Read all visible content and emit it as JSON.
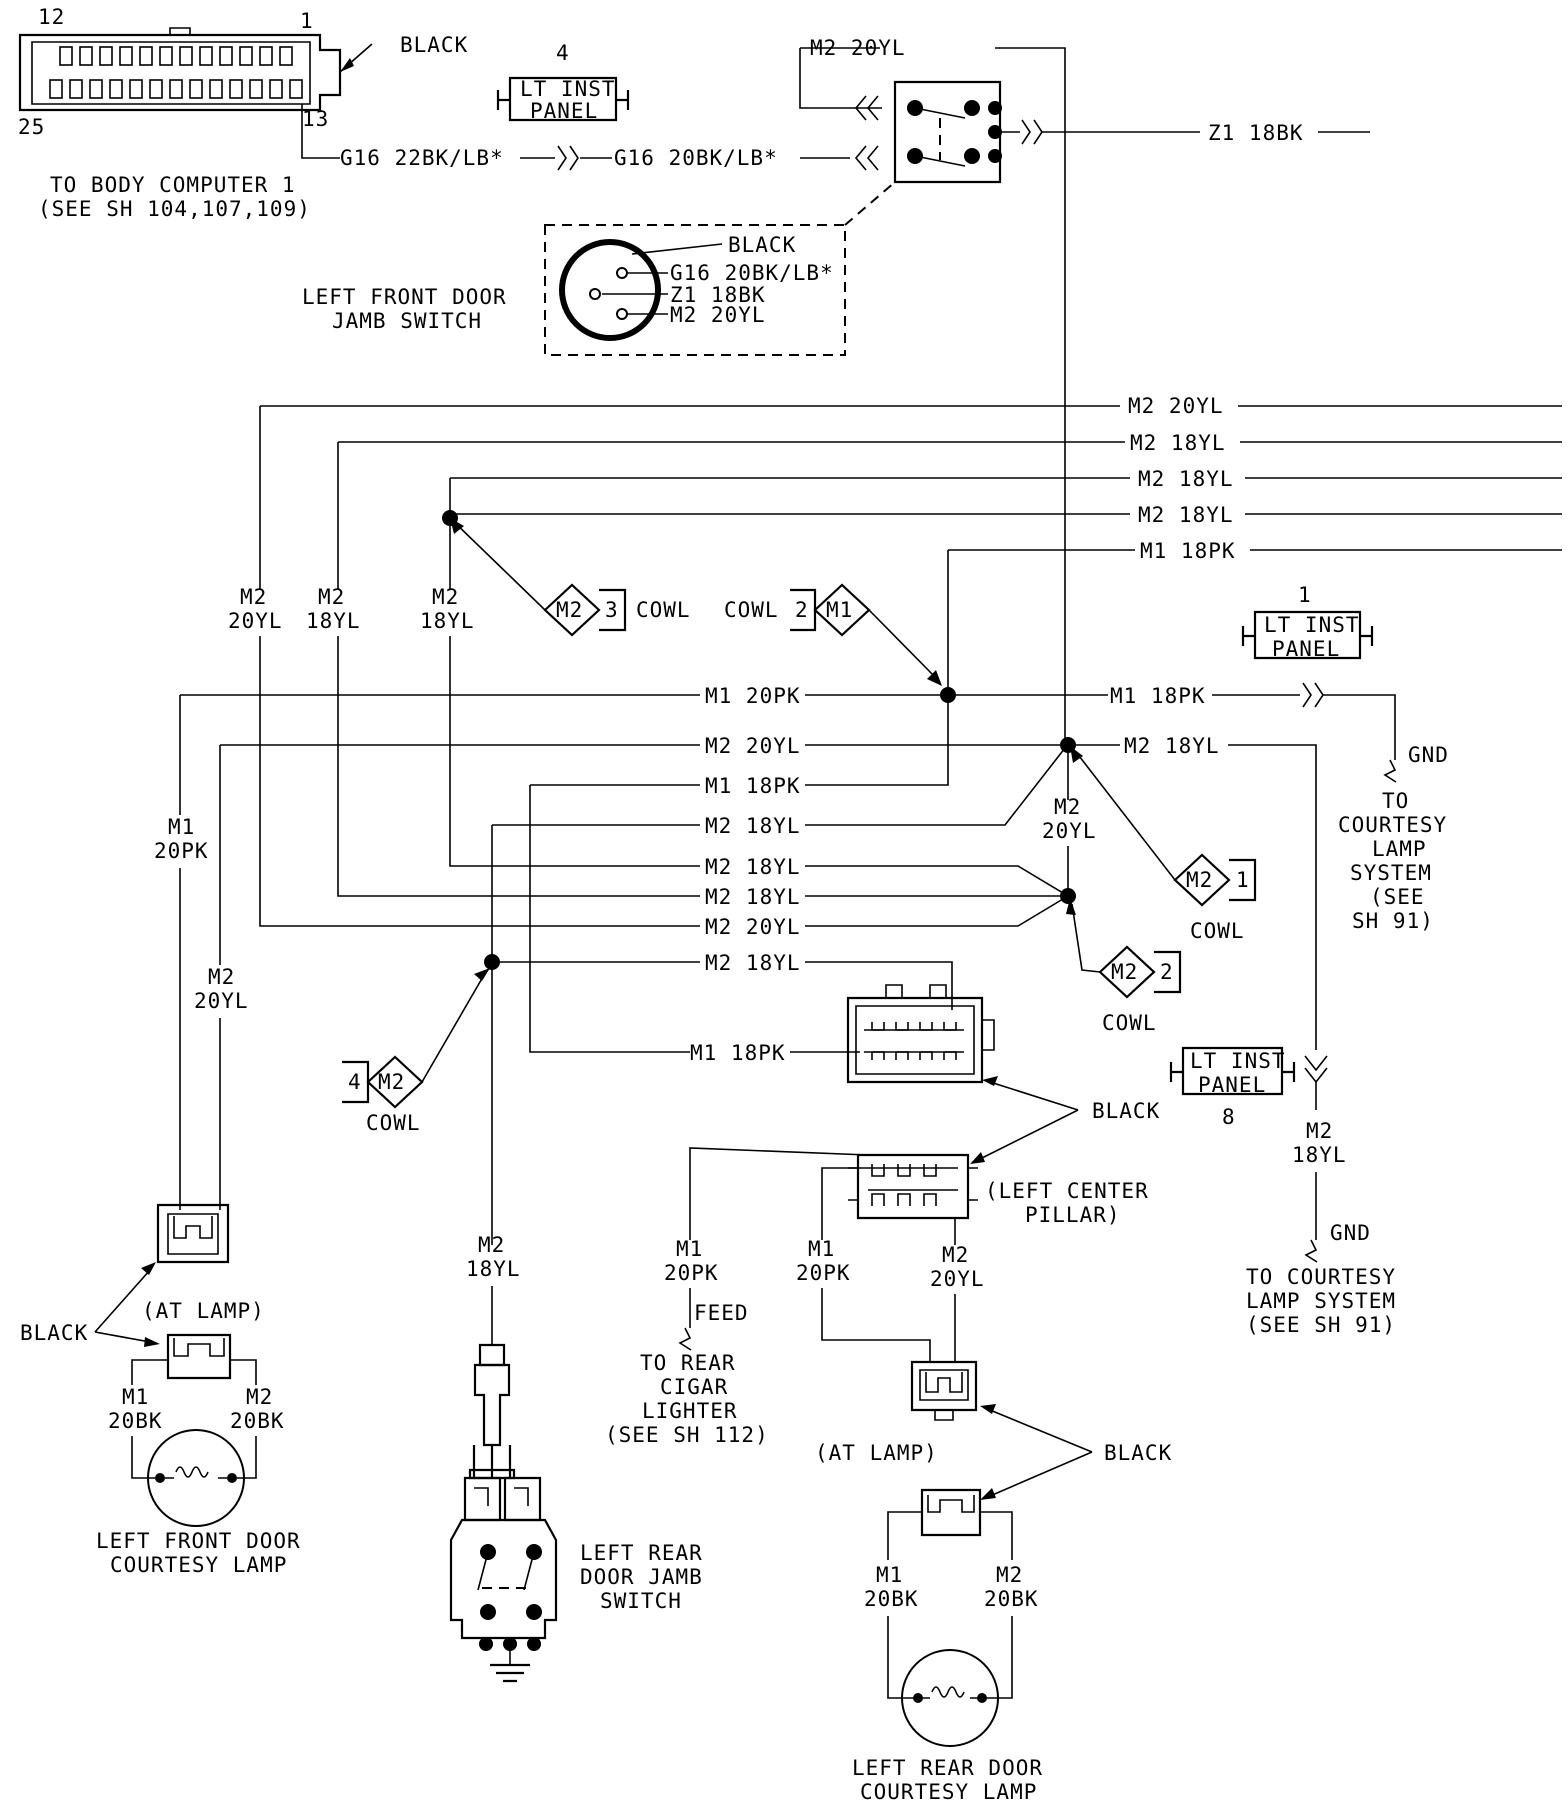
{
  "connector_top_left": {
    "pin_12": "12",
    "pin_1": "1",
    "pin_25": "25",
    "pin_13": "13",
    "color": "BLACK",
    "title_1": "TO BODY COMPUTER 1",
    "title_2": "(SEE SH 104,107,109)"
  },
  "lt_inst_panel_4": {
    "num": "4",
    "line1": "LT INST",
    "line2": "PANEL"
  },
  "lt_inst_panel_1": {
    "num": "1",
    "line1": "LT INST",
    "line2": "PANEL"
  },
  "lt_inst_panel_8": {
    "num": "8",
    "line1": "LT INST",
    "line2": "PANEL"
  },
  "wires_top": {
    "g16_22": "G16 22BK/LB*",
    "g16_20": "G16 20BK/LB*",
    "m2_20yl_top": "M2 20YL",
    "z1_18bk": "Z1 18BK"
  },
  "jamb_switch_front": {
    "black": "BLACK",
    "pin_g16": "G16 20BK/LB*",
    "pin_z1": "Z1 18BK",
    "pin_m2": "M2 20YL",
    "title_1": "LEFT FRONT DOOR",
    "title_2": "JAMB SWITCH"
  },
  "bus_labels": {
    "b1": "M2 20YL",
    "b2": "M2 18YL",
    "b3": "M2 18YL",
    "b4": "M2 18YL",
    "b5": "M1 18PK"
  },
  "vertical_labels": {
    "v1a": "M2",
    "v1b": "20YL",
    "v2a": "M2",
    "v2b": "18YL",
    "v3a": "M2",
    "v3b": "18YL",
    "vm1a": "M1",
    "vm1b": "20PK",
    "vm2a": "M2",
    "vm2b": "20YL",
    "vc_a": "M2",
    "vc_b": "20YL",
    "vr_a": "M2",
    "vr_b": "18YL",
    "vswa": "M2",
    "vswb": "18YL"
  },
  "splices": {
    "s3_wire": "M2",
    "s3_num": "3",
    "s3_cowl": "COWL",
    "s2m1_cowl": "COWL",
    "s2m1_num": "2",
    "s2m1_wire": "M1",
    "s1_wire": "M2",
    "s1_num": "1",
    "s1_cowl": "COWL",
    "s2_wire": "M2",
    "s2_num": "2",
    "s2_cowl": "COWL",
    "s4_num": "4",
    "s4_wire": "M2",
    "s4_cowl": "COWL"
  },
  "mid_wires": {
    "w1": "M1 20PK",
    "w2": "M2 20YL",
    "w3": "M1 18PK",
    "w4": "M2 18YL",
    "w5": "M2 18YL",
    "w6": "M2 18YL",
    "w7": "M2 20YL",
    "w8": "M2 18YL",
    "w9": "M1 18PK",
    "right1": "M1 18PK",
    "right2": "M2 18YL"
  },
  "courtesy_right": {
    "gnd1": "GND",
    "to1": "TO",
    "to2": "COURTESY",
    "to3": "LAMP",
    "to4": "SYSTEM",
    "to5": "(SEE",
    "to6": "SH 91)",
    "gnd2": "GND",
    "t1": "TO COURTESY",
    "t2": "LAMP SYSTEM",
    "t3": "(SEE SH 91)"
  },
  "center_pillar": {
    "black": "BLACK",
    "title_1": "(LEFT CENTER",
    "title_2": "PILLAR)",
    "w_m1a": "M1",
    "w_m1b": "20PK",
    "w_m1c": "M1",
    "w_m1d": "20PK",
    "w_m2a": "M2",
    "w_m2b": "20YL",
    "feed": "FEED",
    "cig_1": "TO REAR",
    "cig_2": "CIGAR",
    "cig_3": "LIGHTER",
    "cig_4": "(SEE SH 112)"
  },
  "front_lamp": {
    "black": "BLACK",
    "at_lamp": "(AT LAMP)",
    "m1a": "M1",
    "m1b": "20BK",
    "m2a": "M2",
    "m2b": "20BK",
    "title_1": "LEFT FRONT DOOR",
    "title_2": "COURTESY LAMP"
  },
  "rear_switch": {
    "title_1": "LEFT REAR",
    "title_2": "DOOR JAMB",
    "title_3": "SWITCH"
  },
  "rear_lamp": {
    "at_lamp": "(AT LAMP)",
    "black": "BLACK",
    "m1a": "M1",
    "m1b": "20BK",
    "m2a": "M2",
    "m2b": "20BK",
    "title_1": "LEFT REAR DOOR",
    "title_2": "COURTESY LAMP"
  }
}
